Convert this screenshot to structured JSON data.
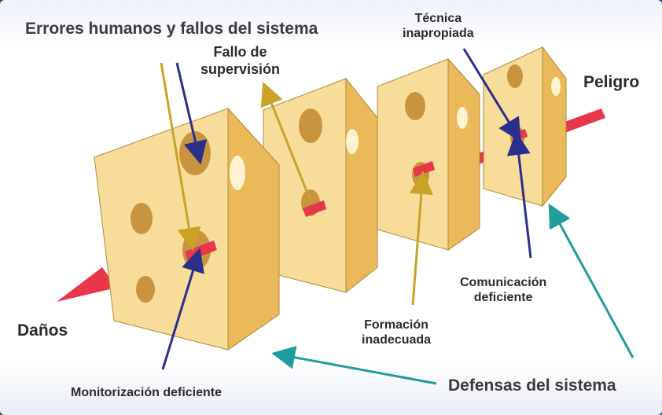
{
  "labels": {
    "errores": "Errores humanos y fallos del sistema",
    "fallo_supervision": "Fallo de\nsupervisión",
    "tecnica": "Técnica\ninapropiada",
    "peligro": "Peligro",
    "danos": "Daños",
    "monitorizacion": "Monitorización deficiente",
    "formacion": "Formación\ninadecuada",
    "comunicacion": "Comunicación\ndeficiente",
    "defensas": "Defensas del sistema"
  },
  "colors": {
    "cheese_face": "#f8dc9a",
    "cheese_side": "#e9b95a",
    "hole": "#c99440",
    "arrow": "#e8364a",
    "gold_line": "#c9a227",
    "navy_line": "#2a2f8c",
    "teal_line": "#1f9c9c"
  }
}
